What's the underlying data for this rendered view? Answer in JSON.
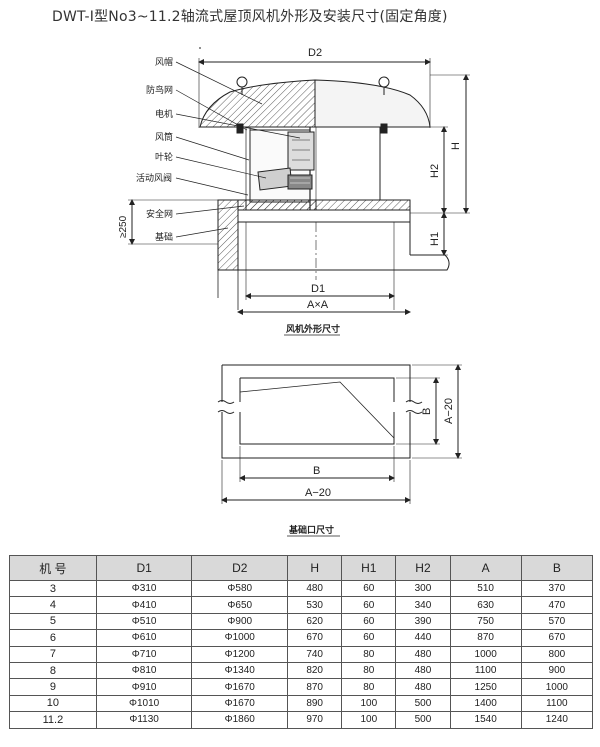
{
  "page_title": "DWT-Ⅰ型No3~11.2轴流式屋顶风机外形及安装尺寸(固定角度)",
  "figure1": {
    "parts": {
      "hood": "风帽",
      "bird_net": "防鸟网",
      "motor": "电机",
      "duct": "风筒",
      "impeller": "叶轮",
      "damper": "活动风阀",
      "safety_net": "安全网",
      "foundation": "基础"
    },
    "dims": {
      "D2": "D2",
      "H": "H",
      "H2": "H2",
      "H1": "H1",
      "D1": "D1",
      "AxA": "A×A",
      "min250": "≥250"
    },
    "caption": "风机外形尺寸"
  },
  "figure2": {
    "dims": {
      "B_horizontal": "B",
      "A20_horizontal": "A−20",
      "B_vertical": "B",
      "A20_vertical": "A−20"
    },
    "caption": "基础口尺寸"
  },
  "table": {
    "headers": [
      "机 号",
      "D1",
      "D2",
      "H",
      "H1",
      "H2",
      "A",
      "B"
    ],
    "rows": [
      [
        "3",
        "Φ310",
        "Φ580",
        "480",
        "60",
        "300",
        "510",
        "370"
      ],
      [
        "4",
        "Φ410",
        "Φ650",
        "530",
        "60",
        "340",
        "630",
        "470"
      ],
      [
        "5",
        "Φ510",
        "Φ900",
        "620",
        "60",
        "390",
        "750",
        "570"
      ],
      [
        "6",
        "Φ610",
        "Φ1000",
        "670",
        "60",
        "440",
        "870",
        "670"
      ],
      [
        "7",
        "Φ710",
        "Φ1200",
        "740",
        "80",
        "480",
        "1000",
        "800"
      ],
      [
        "8",
        "Φ810",
        "Φ1340",
        "820",
        "80",
        "480",
        "1100",
        "900"
      ],
      [
        "9",
        "Φ910",
        "Φ1670",
        "870",
        "80",
        "480",
        "1250",
        "1000"
      ],
      [
        "10",
        "Φ1010",
        "Φ1670",
        "890",
        "100",
        "500",
        "1400",
        "1100"
      ],
      [
        "11.2",
        "Φ1130",
        "Φ1860",
        "970",
        "100",
        "500",
        "1540",
        "1240"
      ]
    ]
  }
}
